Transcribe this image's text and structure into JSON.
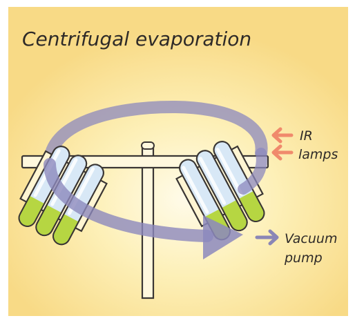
{
  "title": "Centrifugal evaporation",
  "labels": {
    "ir_line1": "IR",
    "ir_line2": "lamps",
    "vac_line1": "Vacuum",
    "vac_line2": "pump"
  },
  "colors": {
    "background": "#fbe39c",
    "ir_arrow": "#f08a6c",
    "vacuum_arrow": "#8a86b6",
    "rotation_band": "#8c88bd",
    "liquid": "#b6d642",
    "tube": "#d8e8f6",
    "outline": "#3a3634"
  },
  "icons": {
    "ir": "arrow-left-icon",
    "vacuum": "arrow-right-icon",
    "rotation": "rotation-arrow-icon"
  }
}
